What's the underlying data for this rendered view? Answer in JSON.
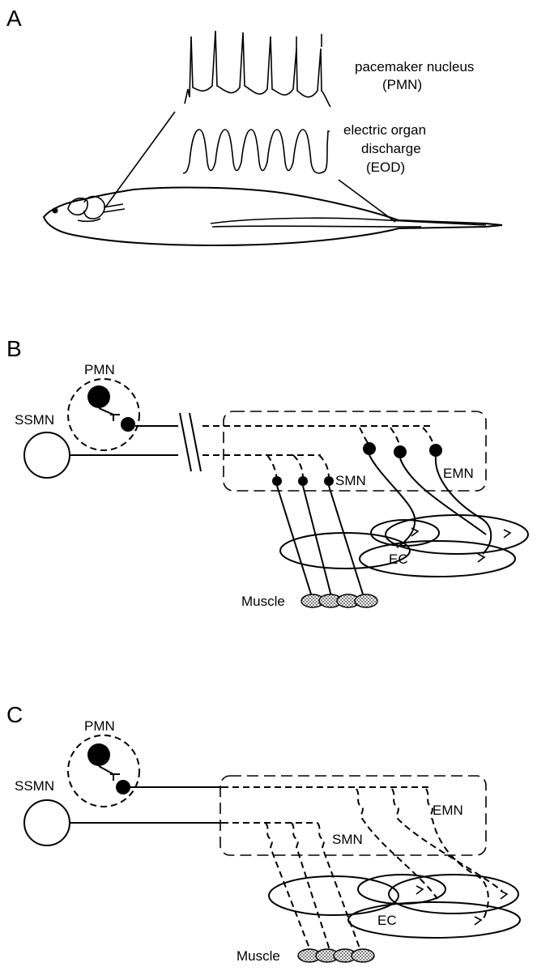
{
  "panels": {
    "a": {
      "letter": "A",
      "pmn_label_line1": "pacemaker nucleus",
      "pmn_label_line2": "(PMN)",
      "eod_label_line1": "electric organ",
      "eod_label_line2": "discharge",
      "eod_label_line3": "(EOD)"
    },
    "b": {
      "letter": "B",
      "pmn": "PMN",
      "ssmn": "SSMN",
      "smn": "SMN",
      "emn": "EMN",
      "ec": "EC",
      "muscle": "Muscle"
    },
    "c": {
      "letter": "C",
      "pmn": "PMN",
      "ssmn": "SSMN",
      "smn": "SMN",
      "emn": "EMN",
      "ec": "EC",
      "muscle": "Muscle"
    }
  },
  "colors": {
    "ink": "#000000",
    "background": "#ffffff",
    "muscle_fill": "#9a9a9a"
  }
}
